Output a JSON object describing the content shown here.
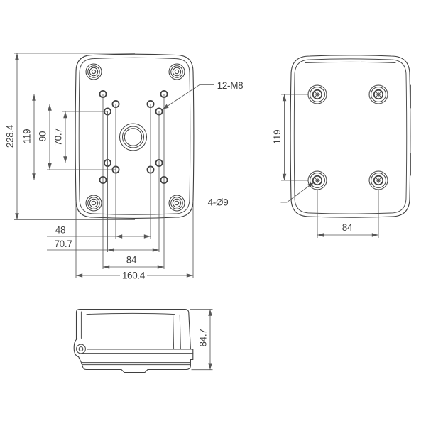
{
  "drawing": {
    "background": "#ffffff",
    "line_color": "#3f3f3f",
    "dim_color": "#575757",
    "callouts": {
      "thread_holes": "12-M8",
      "mount_holes": "4-Ø9"
    },
    "front_view": {
      "dims": {
        "overall_height": "228.4",
        "bolt_span_v_outer": "119",
        "bolt_span_v_mid": "90",
        "bolt_span_v_inner": "70.7",
        "bolt_span_h_inner": "48",
        "bolt_span_h_mid": "70.7",
        "bolt_span_h_outer": "84",
        "overall_width": "160.4"
      }
    },
    "back_view": {
      "dims": {
        "mount_span_v": "119",
        "mount_span_h": "84"
      }
    },
    "side_view": {
      "dims": {
        "overall_depth": "84.7"
      }
    }
  }
}
